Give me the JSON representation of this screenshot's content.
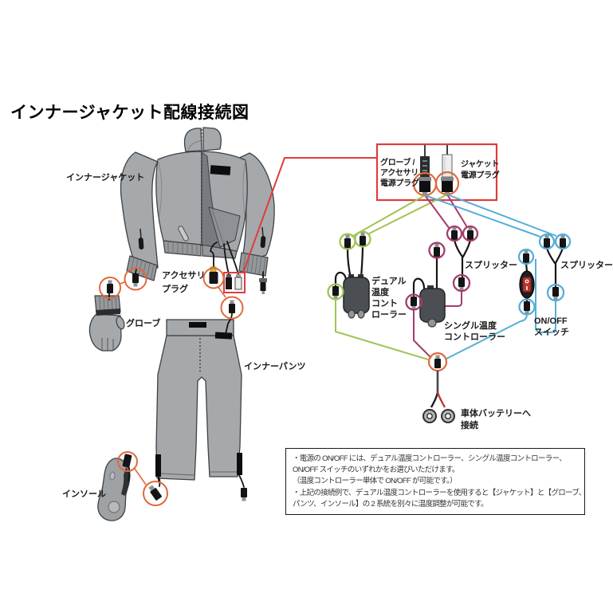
{
  "title": "インナージャケット配線接続図",
  "labels": {
    "jacket": "インナージャケット",
    "accessory_plug_1": "アクセサリ",
    "accessory_plug_2": "プラグ",
    "glove": "グローブ",
    "pants": "インナーパンツ",
    "insole": "インソール",
    "glove_power_plug_1": "グローブ /",
    "glove_power_plug_2": "アクセサリ",
    "glove_power_plug_3": "電源プラグ",
    "jacket_power_plug_1": "ジャケット",
    "jacket_power_plug_2": "電源プラグ",
    "splitter_left": "スプリッター",
    "splitter_right": "スプリッター",
    "dual_controller_1": "デュアル",
    "dual_controller_2": "温度",
    "dual_controller_3": "コント",
    "dual_controller_4": "ローラー",
    "single_controller_1": "シングル温度",
    "single_controller_2": "コントローラー",
    "onoff_switch_1": "ON/OFF",
    "onoff_switch_2": "スイッチ",
    "battery_1": "車体バッテリーへ",
    "battery_2": "接続"
  },
  "note": {
    "lines": [
      "・電源の ON/OFF には、デュアル温度コントローラー、シングル温度コントローラー、",
      "ON/OFF スイッチのいずれかをお選びいただけます。",
      "（温度コントローラー単体で ON/OFF が可能です。）",
      "・上記の接続例で、デュアル温度コントローラーを使用すると【ジャケット】と【グローブ、",
      "パンツ、インソール】の 2 系統を別々に温度調整が可能です。"
    ]
  },
  "colors": {
    "callout_red": "#e03c3c",
    "connector_circle_orange": "#e0693a",
    "route_green": "#a0c455",
    "route_magenta": "#a63a6e",
    "route_blue": "#55aed8",
    "battery_positive_red": "#c23b2e",
    "garment_gray": "#a6a9ac",
    "device_body_gray": "#4b4f53"
  }
}
